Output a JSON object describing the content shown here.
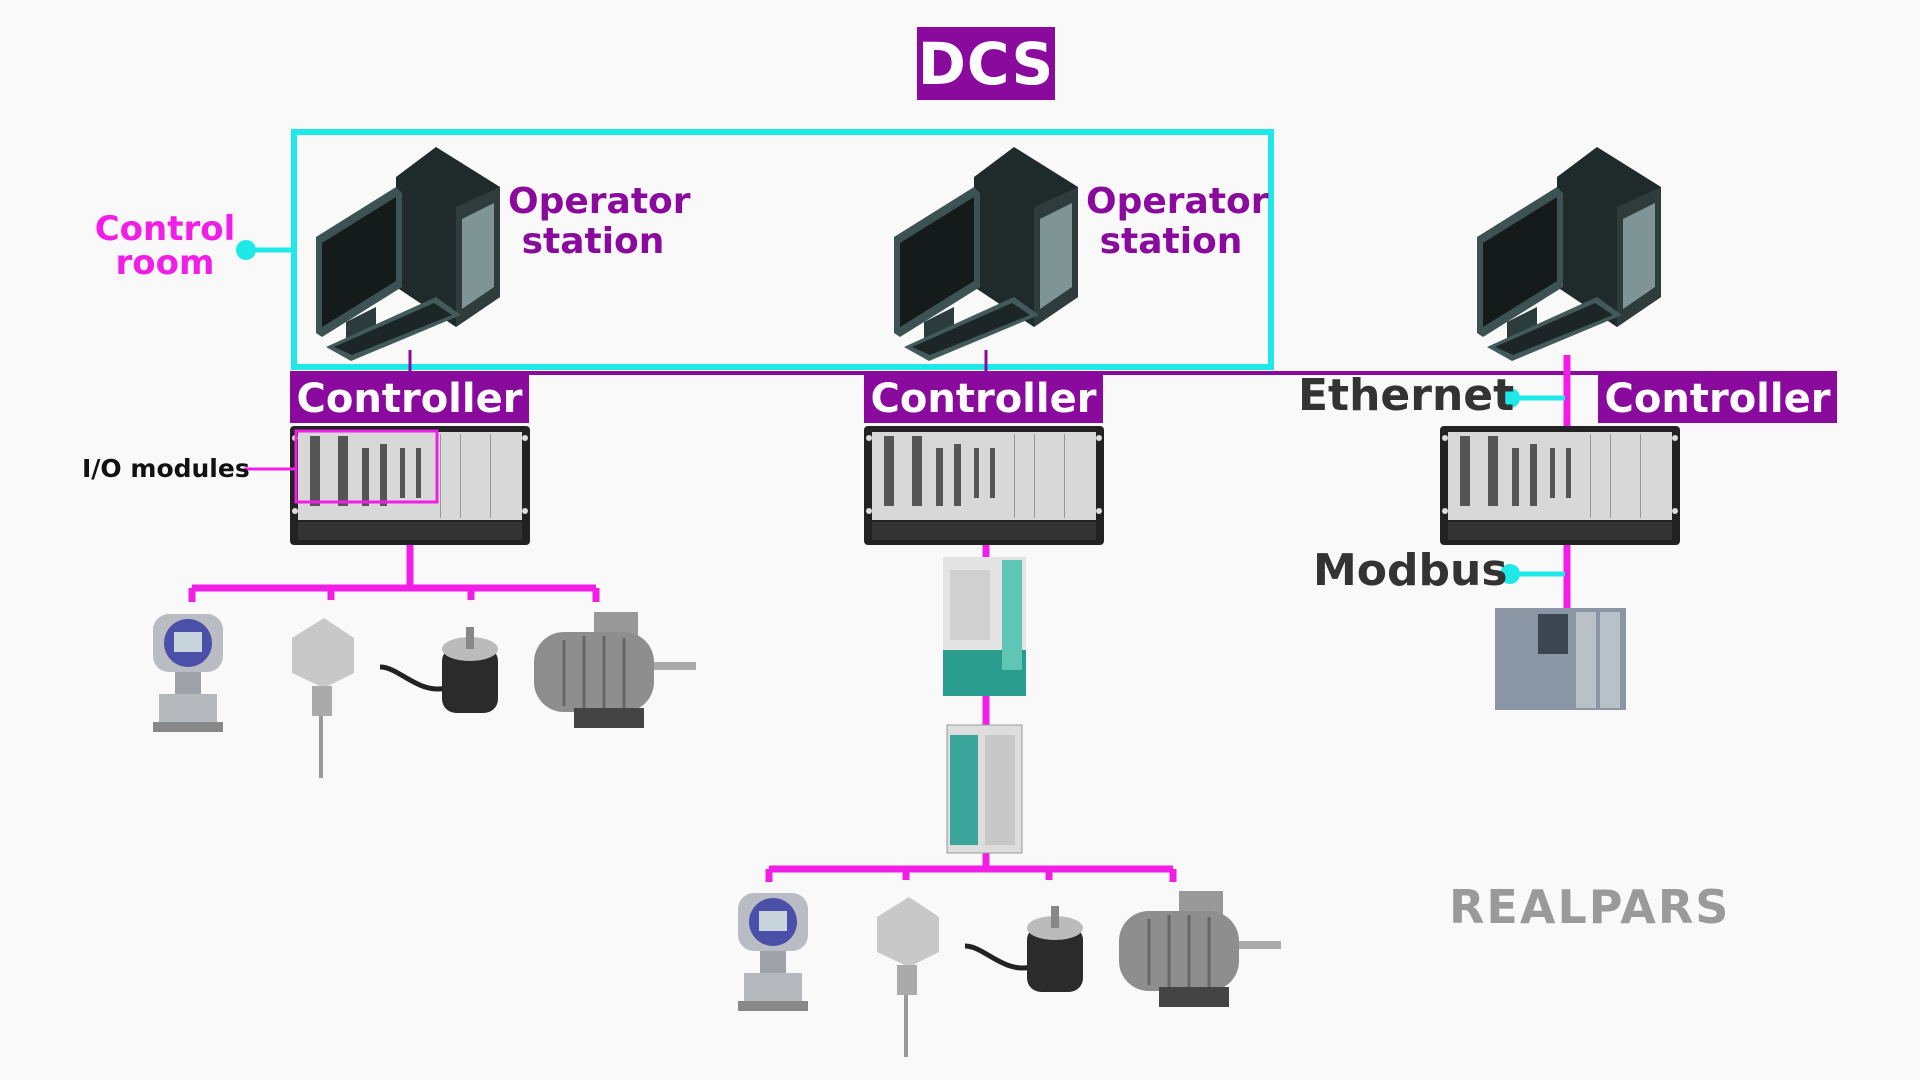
{
  "title": "DCS",
  "control_room": {
    "line1": "Control",
    "line2": "room"
  },
  "operator_stations": [
    {
      "line1": "Operator",
      "line2": "station"
    },
    {
      "line1": "Operator",
      "line2": "station"
    }
  ],
  "controllers": [
    "Controller",
    "Controller",
    "Controller"
  ],
  "labels": {
    "io_modules": "I/O modules",
    "ethernet": "Ethernet",
    "modbus": "Modbus"
  },
  "logo": "REALPARS",
  "colors": {
    "purple": "#8a0a9e",
    "magenta": "#f21ee8",
    "cyan": "#1ee8e8",
    "background": "#f9f9f9"
  },
  "icons": [
    "computer-icon",
    "controller-rack-icon",
    "pressure-transmitter-icon",
    "temperature-sensor-icon",
    "encoder-icon",
    "motor-icon",
    "yokogawa-io-module-icon",
    "terminal-block-icon",
    "plc-icon"
  ]
}
